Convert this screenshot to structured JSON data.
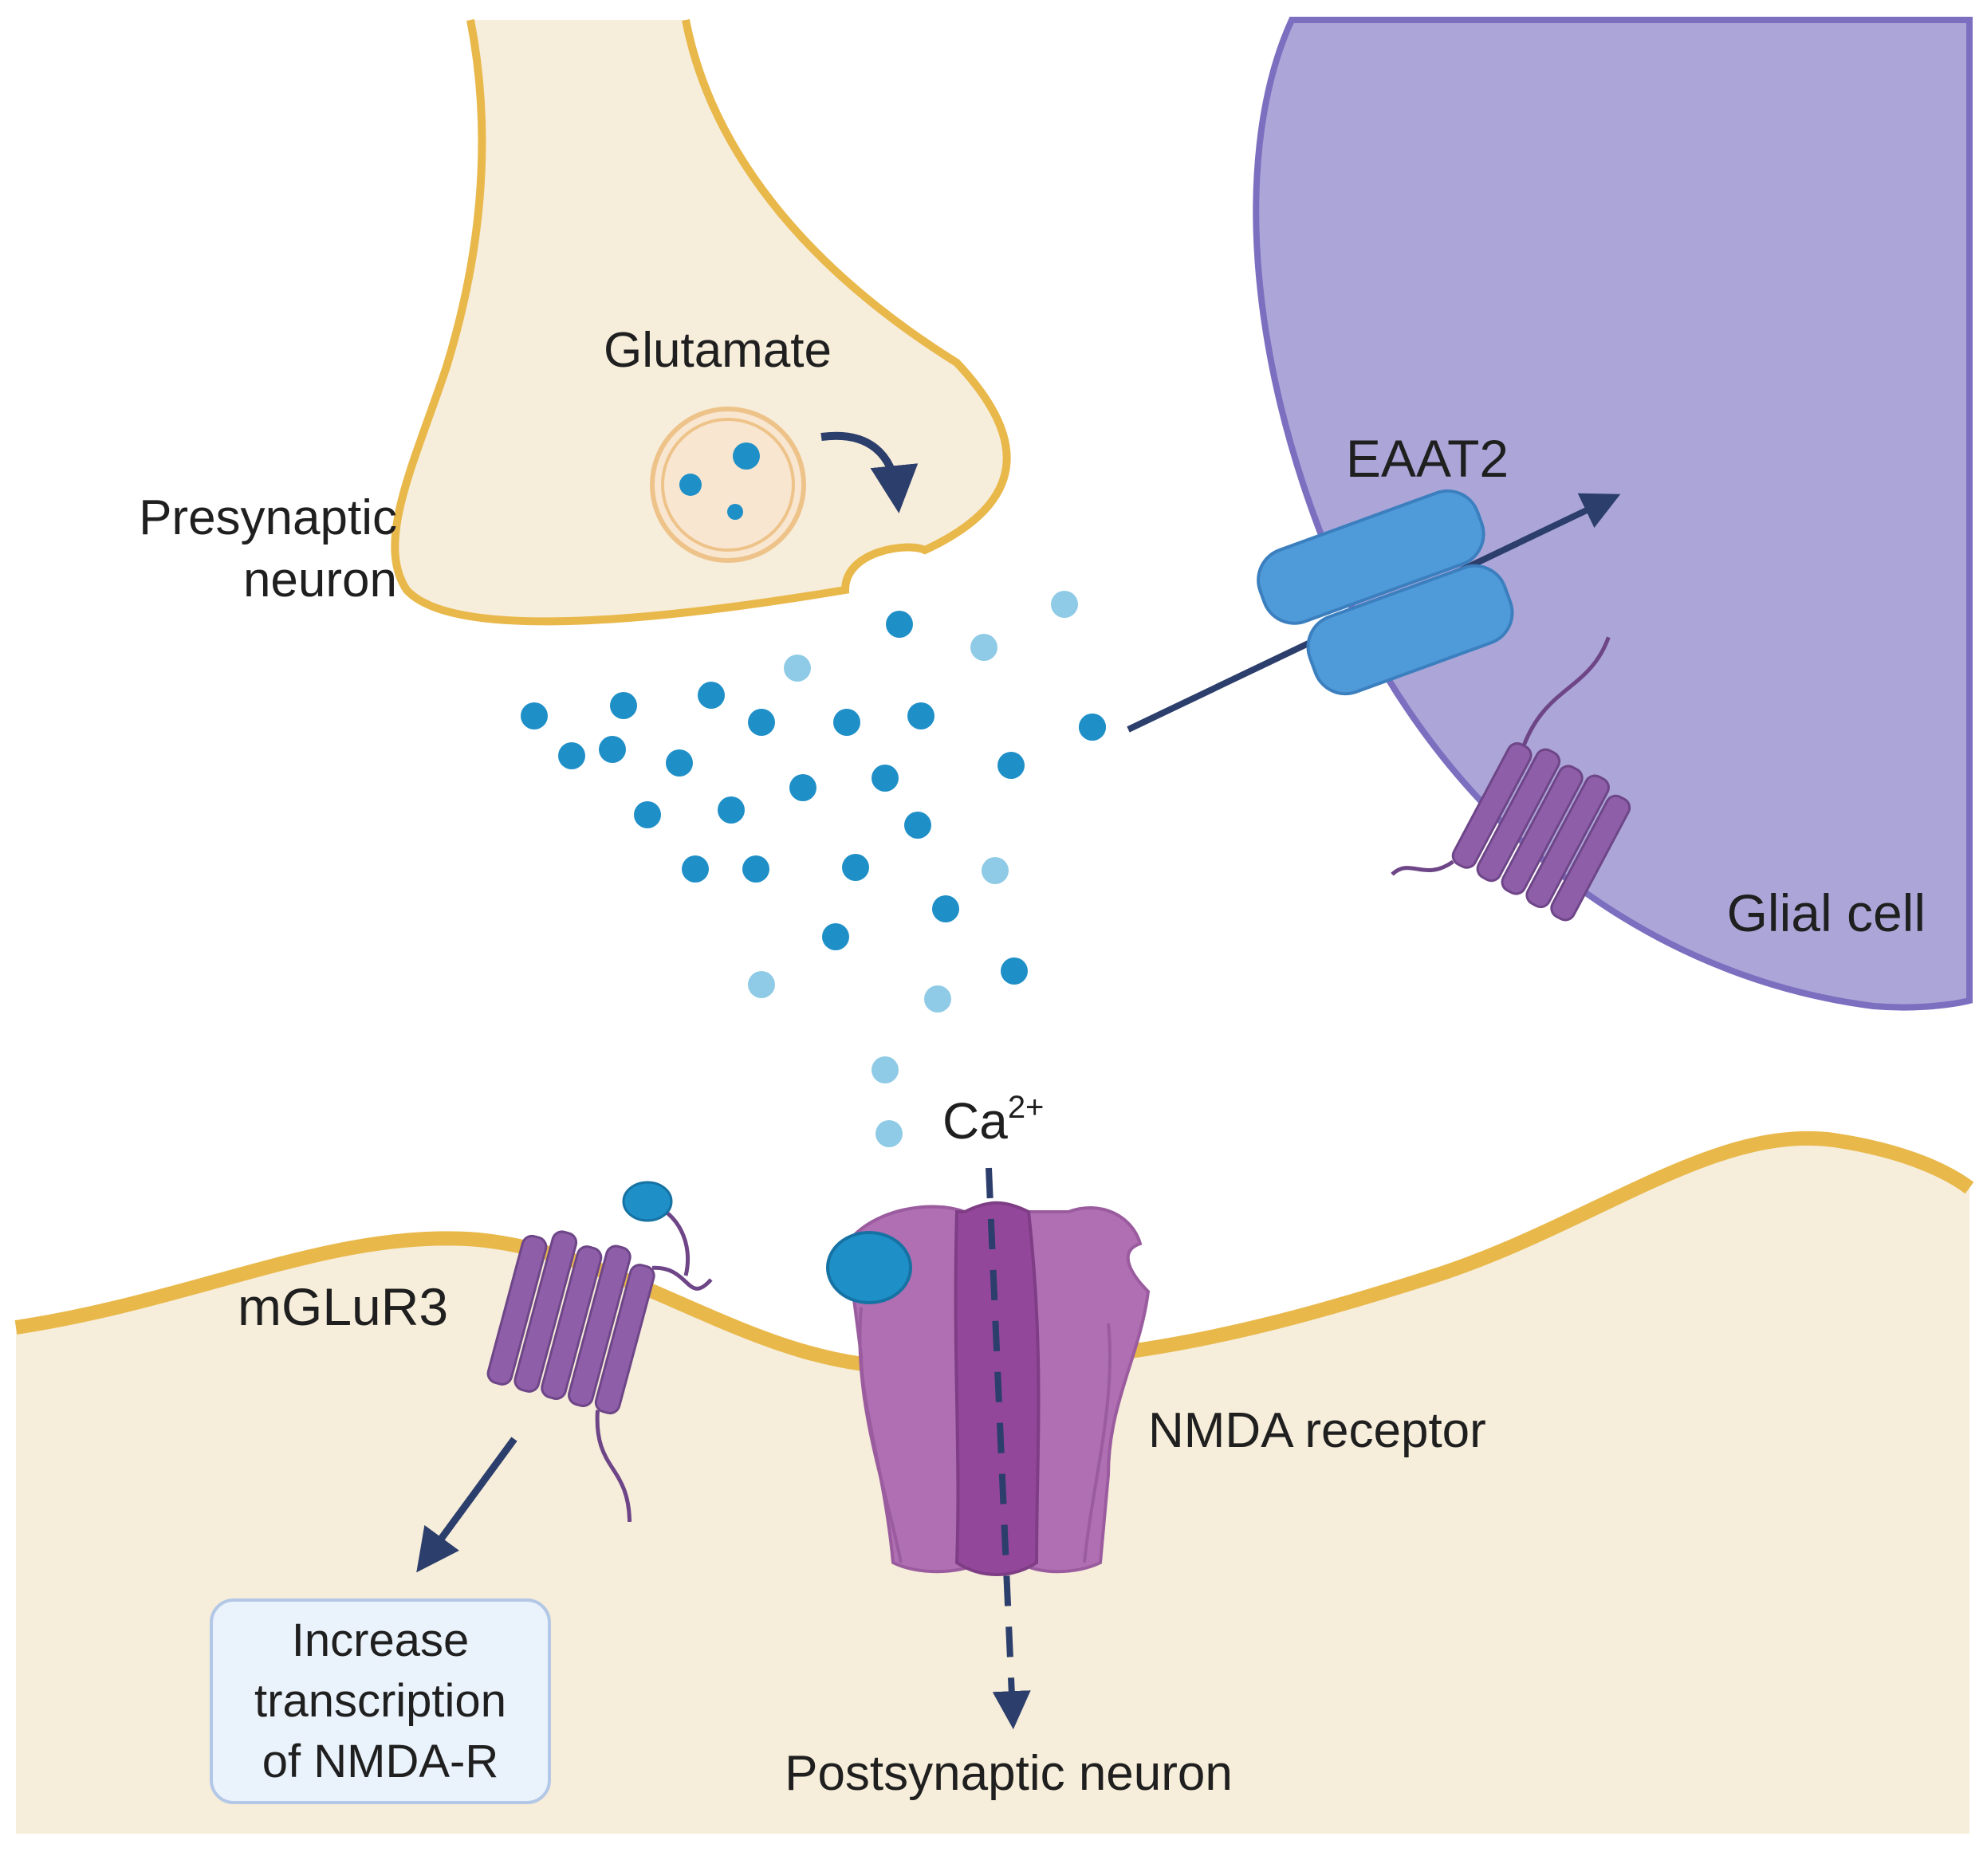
{
  "labels": {
    "glutamate": "Glutamate",
    "presynaptic_1": "Presynaptic",
    "presynaptic_2": "neuron",
    "eaat2": "EAAT2",
    "glial": "Glial cell",
    "ca": "Ca",
    "ca_sup": "2+",
    "mglur3": "mGLuR3",
    "nmda": "NMDA receptor",
    "postsynaptic": "Postsynaptic neuron"
  },
  "box": {
    "line1": "Increase",
    "line2": "transcription",
    "line3": "of NMDA-R"
  },
  "colors": {
    "neuron_fill": "#f6edda",
    "neuron_stroke": "#e9b84a",
    "glial_fill": "#aca6d8",
    "glial_stroke": "#7c6fc0",
    "glutamate_dark": "#1f8fc7",
    "glutamate_light": "#8fcbe6",
    "receptor_purple": "#8e5ea8",
    "nmda_purple": "#b06fb2",
    "transporter_blue": "#4f9ad8",
    "arrow_navy": "#2c3e6b"
  }
}
